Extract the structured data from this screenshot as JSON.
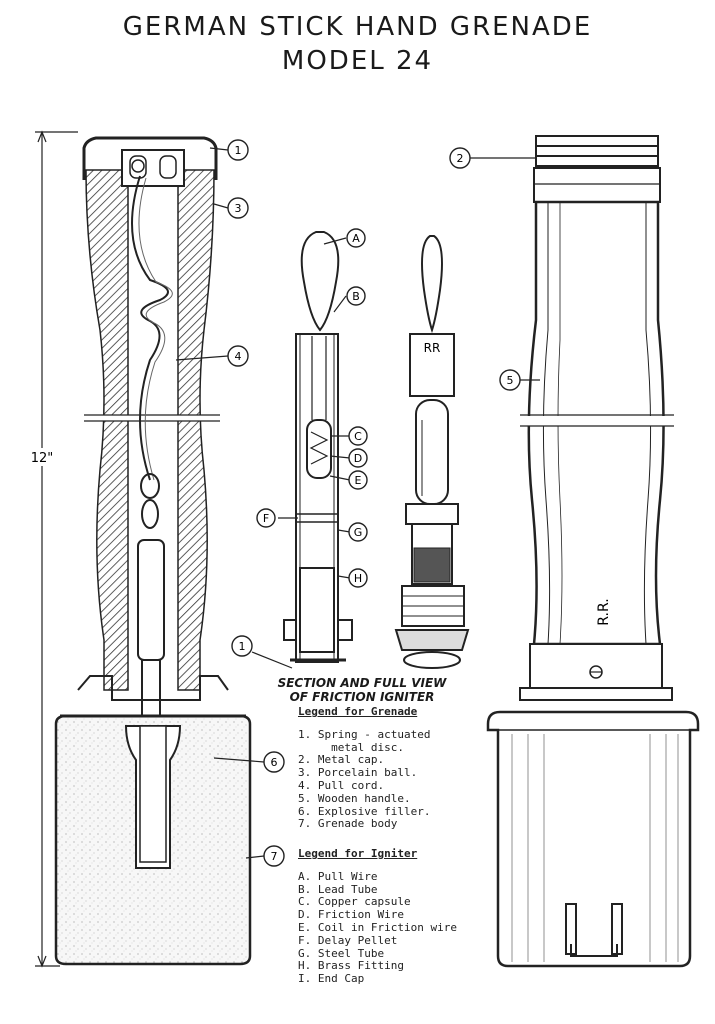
{
  "title": {
    "line1": "GERMAN STICK HAND GRENADE",
    "line2": "MODEL 24"
  },
  "dimension_label": "12\"",
  "callouts_numbers": [
    "1",
    "2",
    "3",
    "4",
    "5",
    "6",
    "7",
    "1"
  ],
  "callouts_letters": [
    "A",
    "B",
    "C",
    "D",
    "E",
    "F",
    "G",
    "H"
  ],
  "igniter_marking": "RR",
  "handle_marking": "R.R.",
  "caption": {
    "line1": "SECTION AND FULL VIEW",
    "line2": "OF FRICTION IGNITER"
  },
  "legend_grenade": {
    "title": "Legend for Grenade",
    "items": [
      "1. Spring - actuated",
      "     metal disc.",
      "2. Metal cap.",
      "3. Porcelain ball.",
      "4. Pull cord.",
      "5. Wooden handle.",
      "6. Explosive filler.",
      "7. Grenade body"
    ]
  },
  "legend_igniter": {
    "title": "Legend for Igniter",
    "items": [
      "A. Pull Wire",
      "B. Lead Tube",
      "C. Copper capsule",
      "D. Friction Wire",
      "E. Coil in Friction wire",
      "F. Delay Pellet",
      "G. Steel Tube",
      "H. Brass Fitting",
      "I. End Cap"
    ]
  }
}
